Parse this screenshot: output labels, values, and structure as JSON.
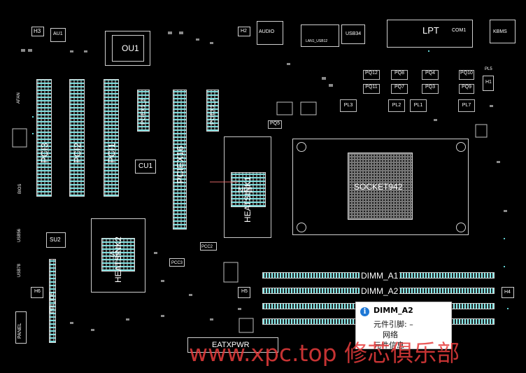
{
  "components": {
    "h3": "H3",
    "au1": "AU1",
    "ou1": "OU1",
    "h2": "H2",
    "audio": "AUDIO",
    "lan_usb12": "LAN1_USB12",
    "usb34": "USB34",
    "lpt": "LPT",
    "com1": "COM1",
    "kbms": "KBMS",
    "h1": "H1",
    "pl5": "PL5",
    "pq12": "PQ12",
    "pq8": "PQ8",
    "pq4": "PQ4",
    "pq10": "PQ10",
    "pq11": "PQ11",
    "pq7": "PQ7",
    "pq3": "PQ3",
    "pq9": "PQ9",
    "pl3": "PL3",
    "pl2": "PL2",
    "pl1": "PL1",
    "pl7": "PL7",
    "pq5": "PQ5",
    "pci3": "PCI3",
    "pci2": "PCI2",
    "pci1": "PCI1",
    "pciex1_2": "PCIEX1_2",
    "pciex16": "PCIEX16",
    "pciex1_1": "PCIEX1_1",
    "cu1": "CU1",
    "nu1": "NU1",
    "heatsink1": "HEATSINK1",
    "socket": "SOCKET942",
    "su2": "SU2",
    "s2": "S2",
    "heatsink2": "HEATSINK2",
    "pcc2": "PCC2",
    "pcc3": "PCC3",
    "h5": "H5",
    "h6": "H6",
    "h4": "H4",
    "pri_ide": "PRI_IDE",
    "panel": "PANEL",
    "eatxpwr": "EATXPWR",
    "dimm_a1": "DIMM_A1",
    "dimm_a2": "DIMM_A2",
    "afan": "AFAN",
    "bios": "BIOS",
    "usb56": "USB56",
    "usb78": "USB78"
  },
  "tooltip": {
    "icon": "info-icon",
    "title": "DIMM_A2",
    "pin_label": "元件引脚: –",
    "net_label": "网络",
    "info_label": "元件信息"
  },
  "watermark": "www.xpc.top 修芯俱乐部",
  "colors": {
    "background": "#000000",
    "pad_teal": "#5fcfd0",
    "silkscreen": "#ffffff",
    "watermark": "#e83c3c",
    "info_blue": "#1e78d6"
  }
}
